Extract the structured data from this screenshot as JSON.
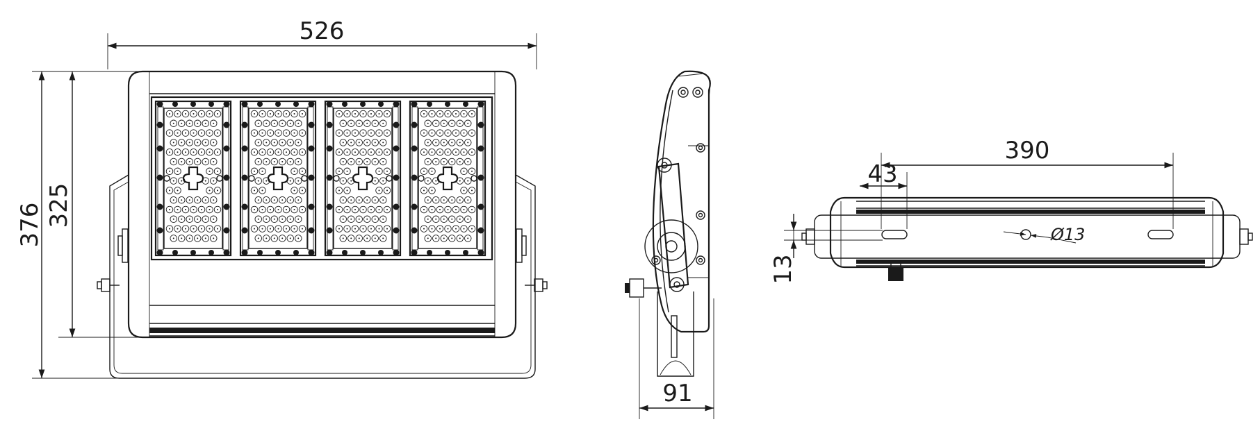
{
  "drawing": {
    "front_view": {
      "width_label": "526",
      "height_outer_label": "376",
      "height_inner_label": "325",
      "module_count": 4
    },
    "side_view": {
      "depth_label": "91"
    },
    "top_view": {
      "span_label": "390",
      "slot_label": "43",
      "hole_label": "Ø13",
      "offset_label": "13"
    },
    "colors": {
      "line": "#1a1a1a",
      "background": "#ffffff"
    }
  }
}
